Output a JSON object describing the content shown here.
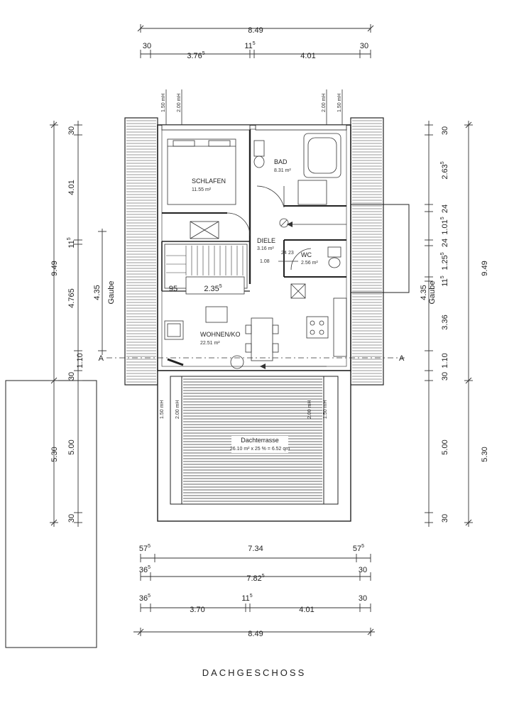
{
  "title": "DACHGESCHOSS",
  "dims_top": {
    "total": "8.49",
    "left_wall": "30",
    "left_span": "3.76",
    "left_span_sup": "5",
    "mid_wall": "11",
    "mid_wall_sup": "5",
    "right_span": "4.01",
    "right_wall": "30"
  },
  "dims_bottom": {
    "r1_left": "57",
    "r1_left_sup": "5",
    "r1_mid": "7.34",
    "r1_right": "57",
    "r1_right_sup": "5",
    "r2_left": "36",
    "r2_left_sup": "5",
    "r2_mid": "7.82",
    "r2_mid_sup": "5",
    "r2_right": "30",
    "r3_left": "36",
    "r3_left_sup": "5",
    "r3_a": "3.70",
    "r3_mid": "11",
    "r3_mid_sup": "5",
    "r3_b": "4.01",
    "r3_right": "30",
    "total": "8.49"
  },
  "dims_left": {
    "outer_top": "9.49",
    "outer_bottom": "5.30",
    "s1": "30",
    "s2": "4.01",
    "s3": "11",
    "s3_sup": "5",
    "s4": "4.765",
    "s5": "1.10",
    "s6": "30",
    "s7": "5.00",
    "s8": "30",
    "gaube_dim": "4.35",
    "gaube_label": "Gaube"
  },
  "dims_right": {
    "outer_top": "9.49",
    "outer_bottom": "5.30",
    "s1": "30",
    "s2": "2.63",
    "s2_sup": "5",
    "s3": "24",
    "s4": "1.01",
    "s4_sup": "5",
    "s5": "24",
    "s6": "1.25",
    "s6_sup": "5",
    "s7": "11",
    "s7_sup": "5",
    "s8": "3.36",
    "s9": "1.10",
    "s10": "30",
    "s11": "5.00",
    "s12": "30",
    "gaube_dim": "4.35",
    "gaube_label": "Gaube"
  },
  "section_marks": {
    "left": "A",
    "right": "A"
  },
  "height_marks": {
    "h150": "1.50 mH",
    "h200": "2.00 mH"
  },
  "rooms": {
    "schlafen": {
      "name": "SCHLAFEN",
      "area": "11.55 m²"
    },
    "bad": {
      "name": "BAD",
      "area": "8.31 m²"
    },
    "diele": {
      "name": "DIELE",
      "area": "3.16 m²"
    },
    "wc": {
      "name": "WC",
      "area": "2.56 m²"
    },
    "wohnen": {
      "name": "WOHNEN/KO",
      "area": "22.51 m²"
    },
    "terrasse": {
      "name": "Dachterrasse",
      "area": "26.10 m² x 25 % = 6.52 qm"
    }
  },
  "inner_dims": {
    "stair_width": "2.35",
    "stair_width_sup": "5",
    "stair_offset": "95",
    "diele_1": "1.08",
    "diele_2": "24",
    "diele_3": "23"
  }
}
